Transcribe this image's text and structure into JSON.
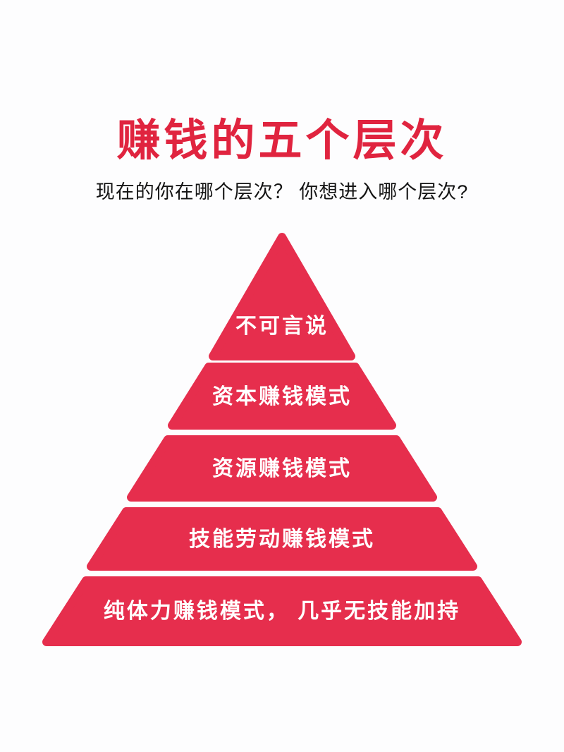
{
  "page": {
    "title": "赚钱的五个层次",
    "subtitle": "现在的你在哪个层次？ 你想进入哪个层次?"
  },
  "pyramid": {
    "levels": [
      {
        "rank": 1,
        "label": "不可言说"
      },
      {
        "rank": 2,
        "label": "资本赚钱模式"
      },
      {
        "rank": 3,
        "label": "资源赚钱模式"
      },
      {
        "rank": 4,
        "label": "技能劳动赚钱模式"
      },
      {
        "rank": 5,
        "label": "纯体力赚钱模式， 几乎无技能加持"
      }
    ]
  },
  "colors": {
    "accent_red": "#e62e4d",
    "title_red": "#e0243f",
    "text_on_accent": "#ffffff",
    "subtitle_text": "#141414",
    "background": "#fdfdfe"
  }
}
